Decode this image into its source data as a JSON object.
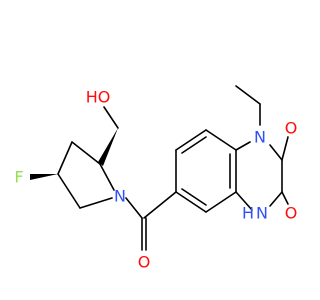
{
  "molecule": {
    "atoms": {
      "hydroxyl": {
        "text": "HO",
        "color": "#ff0d0d"
      },
      "fluorine": {
        "text": "F",
        "color": "#90e050"
      },
      "pyrrolidine_n": {
        "text": "N",
        "color": "#3050f8"
      },
      "amide_o": {
        "text": "O",
        "color": "#ff0d0d"
      },
      "ring_n1": {
        "text": "N",
        "color": "#3050f8"
      },
      "ring_n4": {
        "text": "N",
        "color": "#3050f8"
      },
      "n4_h": {
        "text": "H",
        "color": "#3050f8"
      },
      "carbonyl_o2": {
        "text": "O",
        "color": "#ff0d0d"
      },
      "carbonyl_o3": {
        "text": "O",
        "color": "#ff0d0d"
      }
    }
  }
}
